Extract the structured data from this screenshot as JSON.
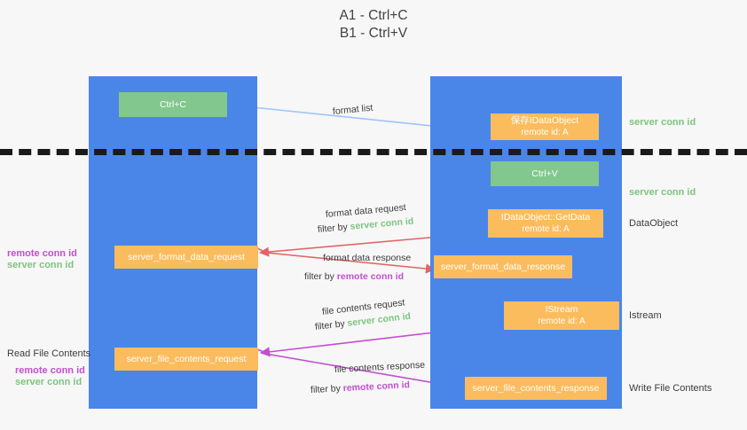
{
  "title": "A1 - Ctrl+C\nB1 - Ctrl+V",
  "colors": {
    "lane": "#4a86e8",
    "green_box": "#82c78e",
    "orange_box": "#fbbc5e",
    "server_conn_id": "#7dc47f",
    "remote_conn_id": "#c24fd0",
    "blue_arrow": "#9fc5f8",
    "red_arrow": "#e06666",
    "magenta_arrow": "#c24fd0",
    "black_arrow": "#000000",
    "background": "#f7f7f7",
    "text": "#3c3c3c"
  },
  "columns": [
    {
      "name": "A1",
      "role": "remote"
    },
    {
      "name": "B1",
      "role": "connection"
    }
  ],
  "boxes": {
    "ctrl_c": "Ctrl+C",
    "ctrl_v": "Ctrl+V",
    "save_idataobject": {
      "line1": "保存IDataObject",
      "line2": "remote id: A"
    },
    "getdata": {
      "line1": "IDataObject::GetData",
      "line2": "remote id: A"
    },
    "istream": {
      "line1": "IStream",
      "line2": "remote id: A"
    },
    "server_format_data_request": "server_format_data_request",
    "server_format_data_response": "server_format_data_response",
    "server_file_contents_request": "server_file_contents_request",
    "server_file_contents_response": "server_file_contents_response"
  },
  "edges": {
    "format_list": "format list",
    "format_data_request": "format data request",
    "format_data_request_filter_prefix": "filter by ",
    "format_data_request_filter_value": "server conn id",
    "format_data_response": "format data response",
    "format_data_response_filter_prefix": "filter by ",
    "format_data_response_filter_value": "remote conn id",
    "file_contents_request": "file contents request",
    "file_contents_request_filter_prefix": "filter by ",
    "file_contents_request_filter_value": "server conn id",
    "file_contents_response": "file contents response",
    "file_contents_response_filter_prefix": "filter by ",
    "file_contents_response_filter_value": "remote conn id"
  },
  "annotations": {
    "right_server_conn_id_top": "server conn id",
    "right_server_conn_id_mid": "server conn id",
    "right_dataobject": "DataObject",
    "right_istream": "Istream",
    "right_write_file_contents": "Write File Contents",
    "left_remote_conn_id_1": "remote conn id",
    "left_server_conn_id_1": "server conn id",
    "left_read_file_contents": "Read File Contents",
    "left_remote_conn_id_2": "remote conn id",
    "left_server_conn_id_2": "server conn id"
  }
}
